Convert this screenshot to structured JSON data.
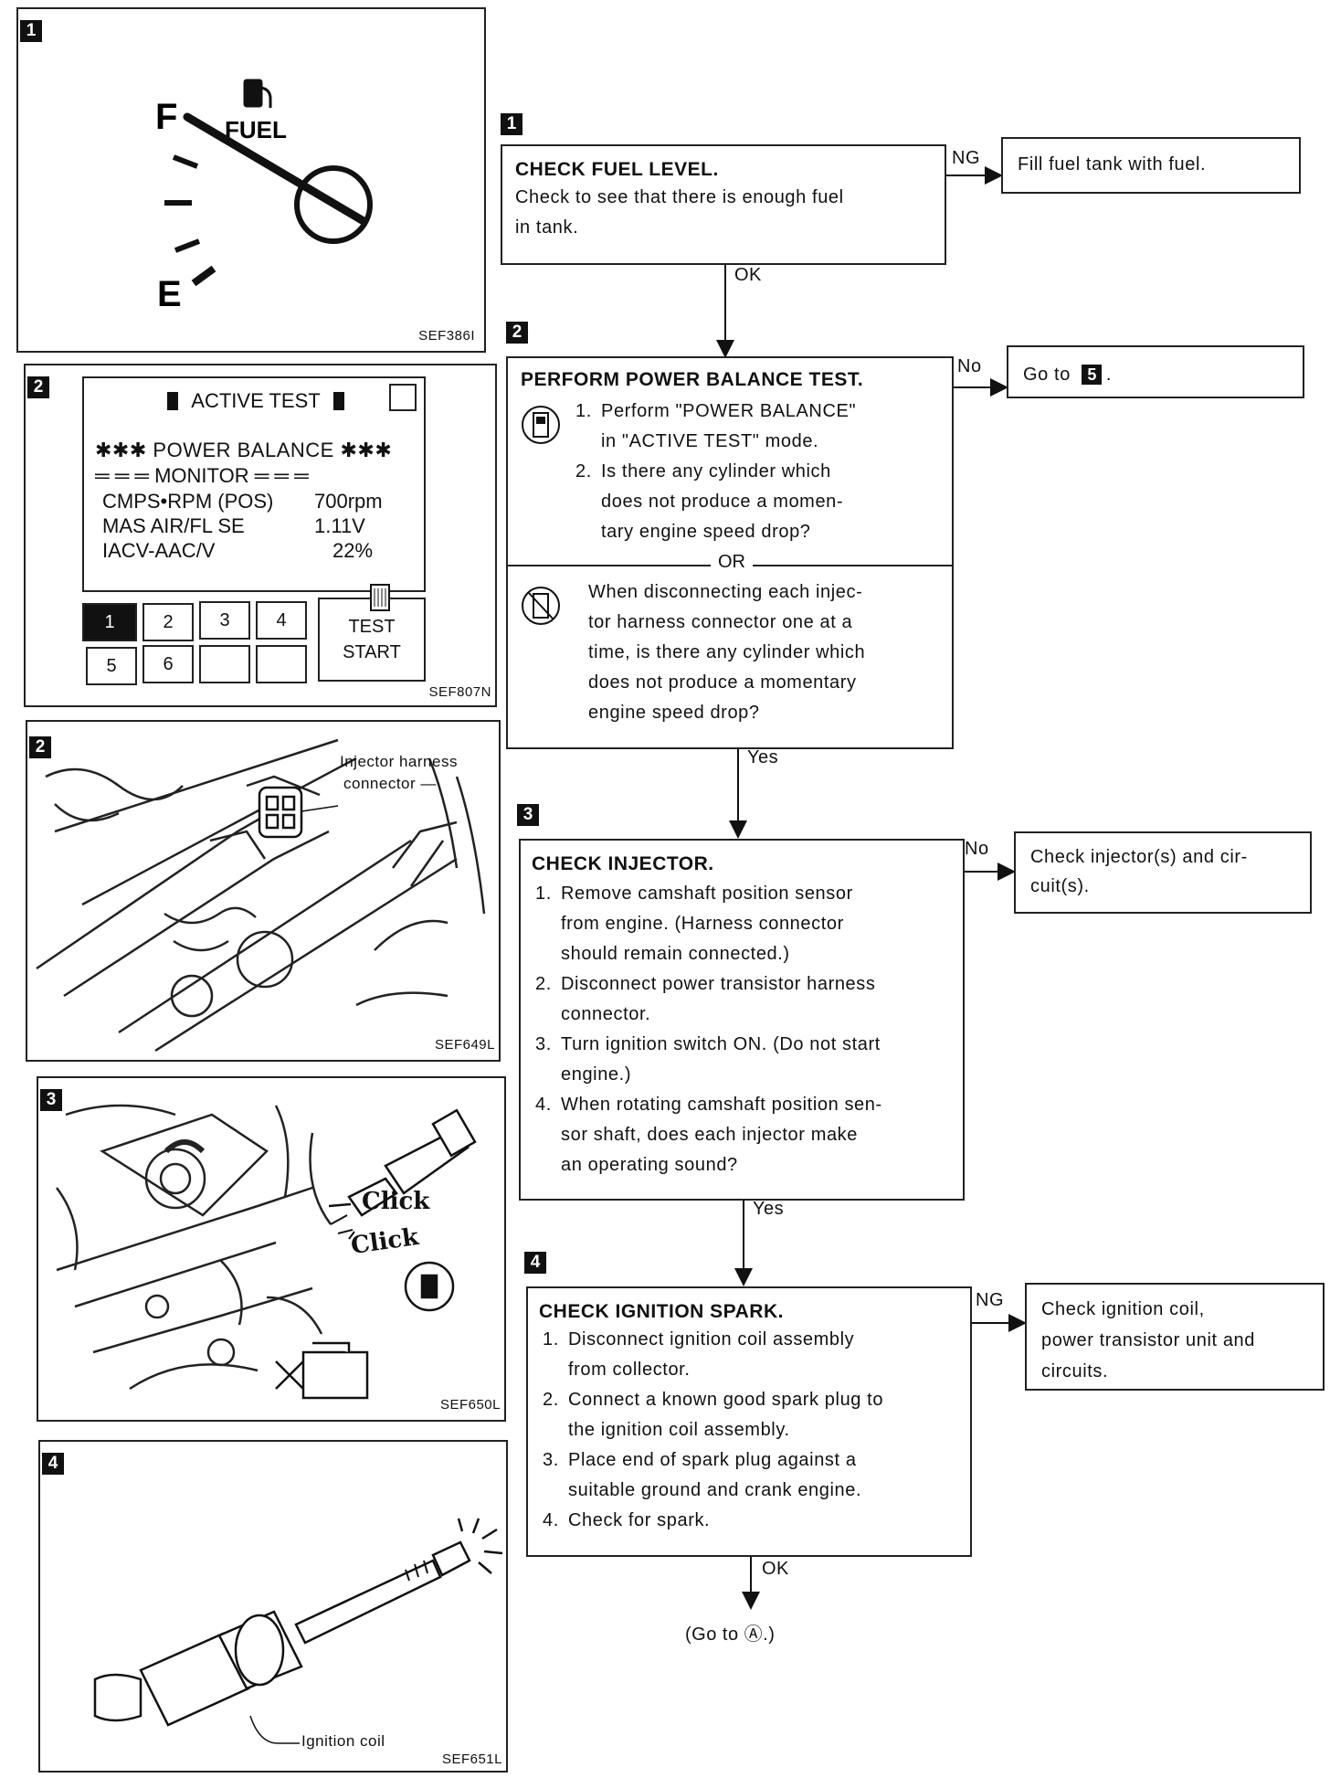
{
  "panels": {
    "p1": {
      "tag": "1",
      "fig": "SEF386I",
      "fuel_label": "FUEL",
      "full_label": "F",
      "empty_label": "E"
    },
    "p2": {
      "tag": "2",
      "fig": "SEF807N",
      "screen_title": "ACTIVE TEST",
      "line1": "✱✱✱ POWER BALANCE ✱✱✱",
      "line2": "═ ═ ═ MONITOR ═ ═ ═",
      "rows": [
        {
          "name": "CMPS•RPM (POS)",
          "value": "700rpm"
        },
        {
          "name": "MAS AIR/FL SE",
          "value": "1.11V"
        },
        {
          "name": "IACV-AAC/V",
          "value": "22%"
        }
      ],
      "keys": [
        "1",
        "2",
        "3",
        "4",
        "5",
        "6"
      ],
      "test_start": [
        "TEST",
        "START"
      ]
    },
    "p3": {
      "tag": "2",
      "fig": "SEF649L",
      "callout_1": "Injector harness",
      "callout_2": "connector"
    },
    "p4": {
      "tag": "3",
      "fig": "SEF650L",
      "click_1": "Click",
      "click_2": "Click"
    },
    "p5": {
      "tag": "4",
      "fig": "SEF651L",
      "callout": "Ignition coil"
    }
  },
  "flow": {
    "step1": {
      "tag": "1",
      "heading": "CHECK FUEL LEVEL.",
      "body_1": "Check to see that there is enough fuel",
      "body_2": "in tank.",
      "ng": "NG",
      "ng_action": "Fill fuel tank with fuel.",
      "ok": "OK"
    },
    "step2": {
      "tag": "2",
      "heading": "PERFORM POWER BALANCE TEST.",
      "items": [
        {
          "n": "1.",
          "lines": [
            "Perform \"POWER BALANCE\"",
            "in \"ACTIVE TEST\" mode."
          ]
        },
        {
          "n": "2.",
          "lines": [
            "Is there any cylinder which",
            "does not produce a momen-",
            "tary engine speed drop?"
          ]
        }
      ],
      "or": "OR",
      "alt": [
        "When disconnecting each injec-",
        "tor harness connector one at a",
        "time, is there any cylinder which",
        "does not produce a momentary",
        "engine speed drop?"
      ],
      "no": "No",
      "no_action": "Go to",
      "no_target": "5",
      "yes": "Yes"
    },
    "step3": {
      "tag": "3",
      "heading": "CHECK INJECTOR.",
      "items": [
        {
          "n": "1.",
          "lines": [
            "Remove camshaft position sensor",
            "from engine. (Harness connector",
            "should remain connected.)"
          ]
        },
        {
          "n": "2.",
          "lines": [
            "Disconnect power transistor harness",
            "connector."
          ]
        },
        {
          "n": "3.",
          "lines": [
            "Turn ignition switch ON. (Do not start",
            "engine.)"
          ]
        },
        {
          "n": "4.",
          "lines": [
            "When rotating camshaft position sen-",
            "sor shaft, does each injector make",
            "an operating sound?"
          ]
        }
      ],
      "no": "No",
      "no_action": [
        "Check injector(s) and cir-",
        "cuit(s)."
      ],
      "yes": "Yes"
    },
    "step4": {
      "tag": "4",
      "heading": "CHECK IGNITION SPARK.",
      "items": [
        {
          "n": "1.",
          "lines": [
            "Disconnect ignition coil assembly",
            "from collector."
          ]
        },
        {
          "n": "2.",
          "lines": [
            "Connect a known good spark plug to",
            "the ignition coil assembly."
          ]
        },
        {
          "n": "3.",
          "lines": [
            "Place end of spark plug against a",
            "suitable ground and crank engine."
          ]
        },
        {
          "n": "4.",
          "lines": [
            "Check for spark."
          ]
        }
      ],
      "ng": "NG",
      "ng_action": [
        "Check ignition coil,",
        "power transistor unit and",
        "circuits."
      ],
      "ok": "OK",
      "final": "(Go to Ⓐ.)"
    }
  }
}
